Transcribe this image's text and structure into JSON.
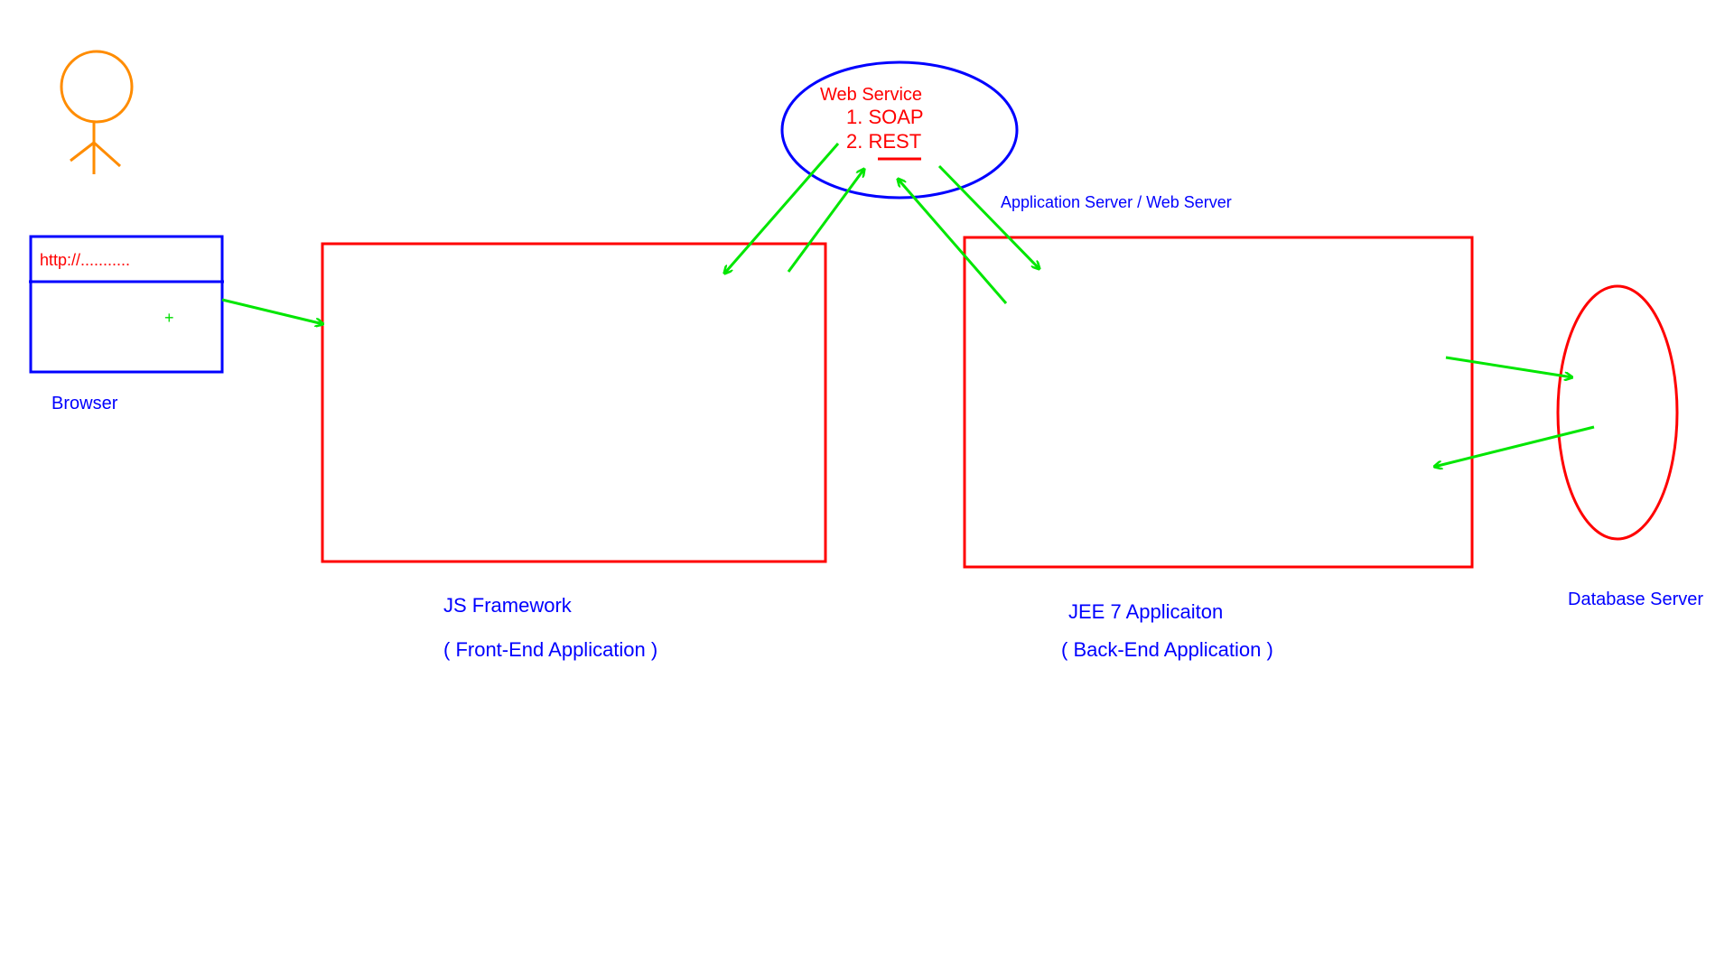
{
  "colors": {
    "primary_blue": "#0000ff",
    "primary_red": "#ff0000",
    "arrow_green": "#00e600",
    "person_orange": "#ff8c00",
    "background": "#ffffff"
  },
  "user": {
    "icon": "stick-figure-icon"
  },
  "browser": {
    "url_text": "http://...........",
    "cursor_glyph": "+",
    "label": "Browser"
  },
  "web_service": {
    "title": "Web Service",
    "items": [
      "1. SOAP",
      "2. REST"
    ]
  },
  "app_server_label": "Application Server / Web Server",
  "frontend": {
    "title": "JS Framework",
    "subtitle": "( Front-End Application )"
  },
  "backend": {
    "title": "JEE 7 Applicaiton",
    "subtitle": "( Back-End Application )"
  },
  "database": {
    "label": "Database Server"
  }
}
